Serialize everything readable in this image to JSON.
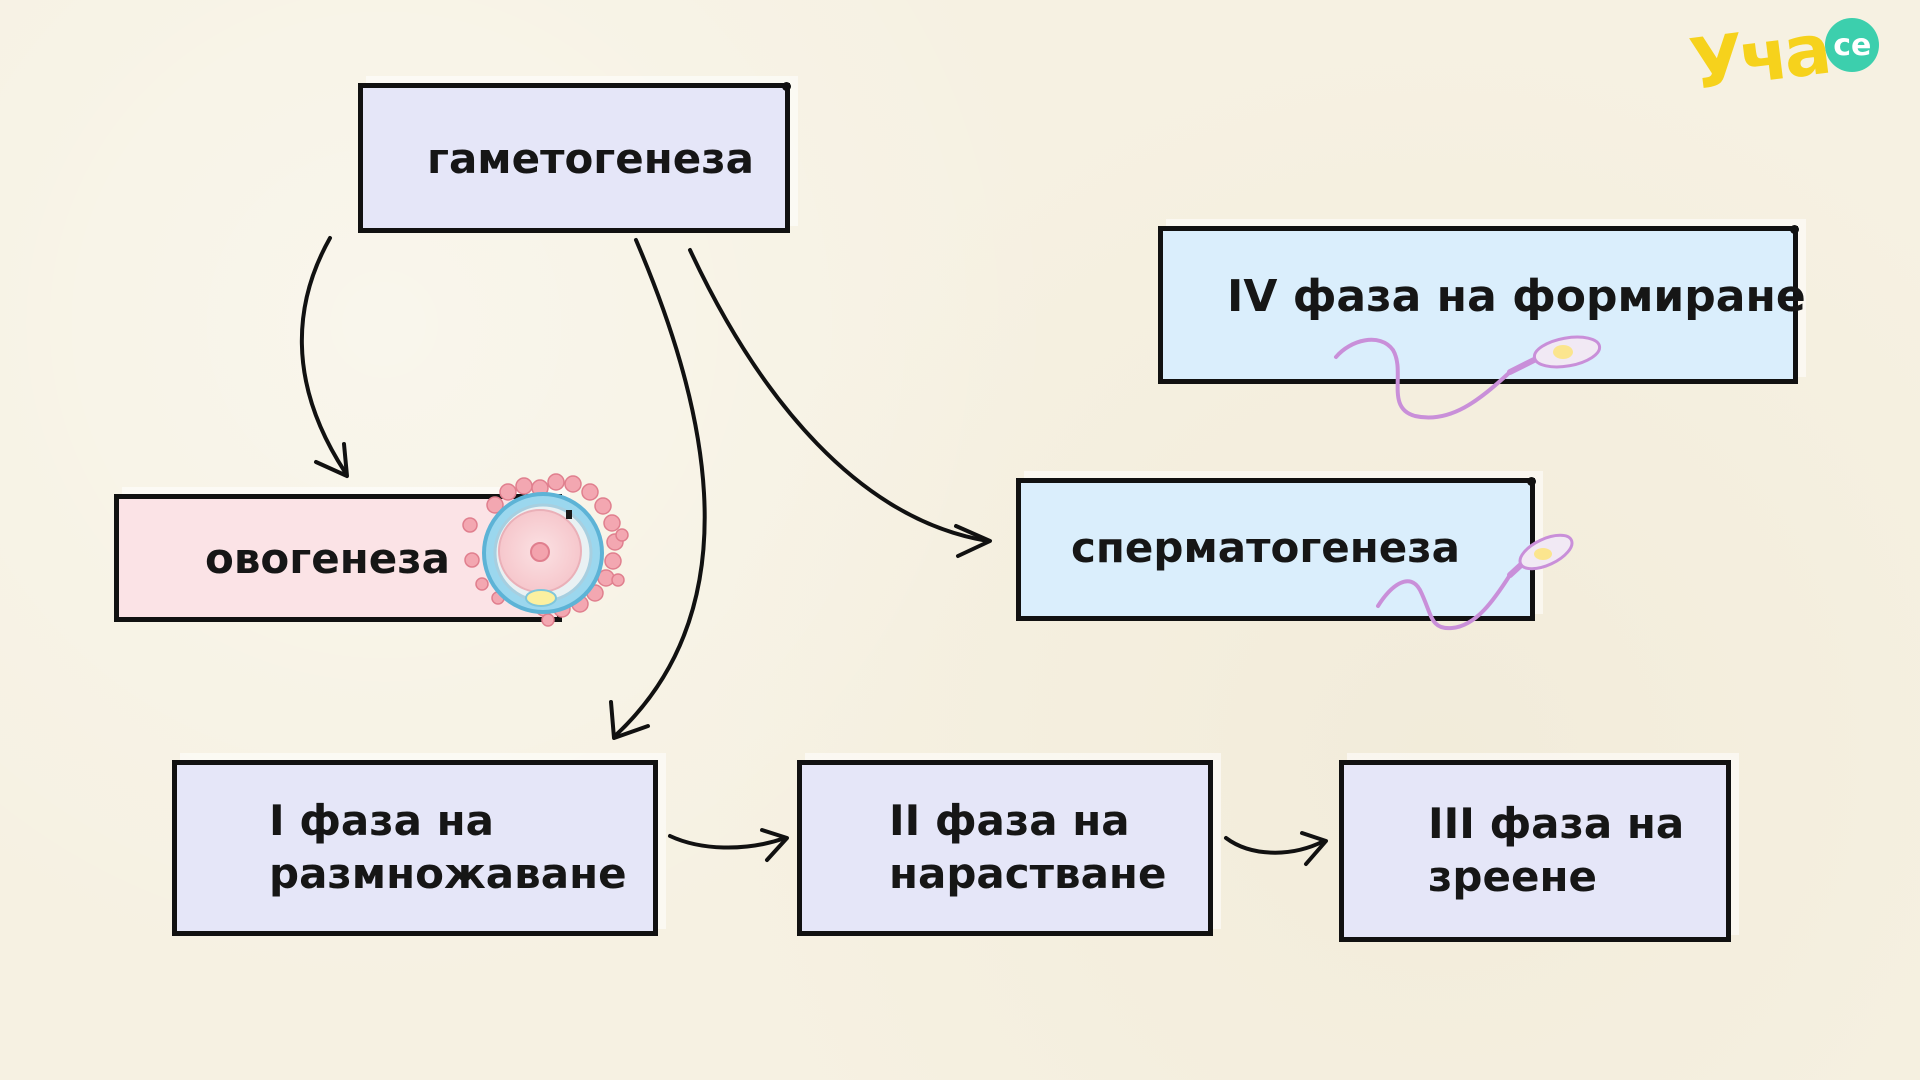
{
  "logo": {
    "text": "Уча",
    "badge": "ce"
  },
  "nodes": {
    "gametogenesis": "гаметогенеза",
    "oogenesis": "овогенеза",
    "spermatogenesis": "сперматогенеза",
    "phase1": {
      "line1": "I фаза на",
      "line2": "размножаване"
    },
    "phase2": {
      "line1": "II фаза на",
      "line2": "нарастване"
    },
    "phase3": {
      "line1": "III фаза на",
      "line2": "зреене"
    },
    "phase4": "IV фаза на формиране"
  },
  "illustrations": [
    "egg-cell-icon",
    "sperm-cell-icon",
    "sperm-cell-icon"
  ],
  "colors": {
    "box_lavender": "#e5e6f8",
    "box_blue": "#daeefc",
    "box_pink": "#fbe3e6",
    "outline": "#111111",
    "logo_yellow": "#f6d21c",
    "logo_teal": "#3ccfad",
    "sperm_purple": "#c98fd9"
  }
}
